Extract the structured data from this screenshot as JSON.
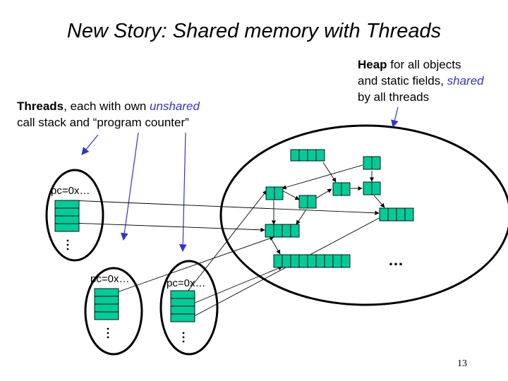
{
  "slide": {
    "title": "New Story: Shared memory with Threads",
    "page_number": "13"
  },
  "heap_note": {
    "bold": "Heap",
    "line1_rest": " for all objects",
    "line2_start": "and static fields, ",
    "line2_emph": "shared",
    "line3": "by all threads"
  },
  "threads_note": {
    "bold": "Threads",
    "line1_mid": ", each with own ",
    "line1_emph": "unshared",
    "line2": "call stack and “program counter”"
  },
  "threads": [
    {
      "pc_label": "pc=0x…"
    },
    {
      "pc_label": "pc=0x…"
    },
    {
      "pc_label": "pc=0x…"
    }
  ],
  "heap": {
    "ellipsis": "…"
  },
  "colors": {
    "cell_fill": "#00cc99",
    "arrow_blue": "#3333cc",
    "line": "#000000"
  }
}
